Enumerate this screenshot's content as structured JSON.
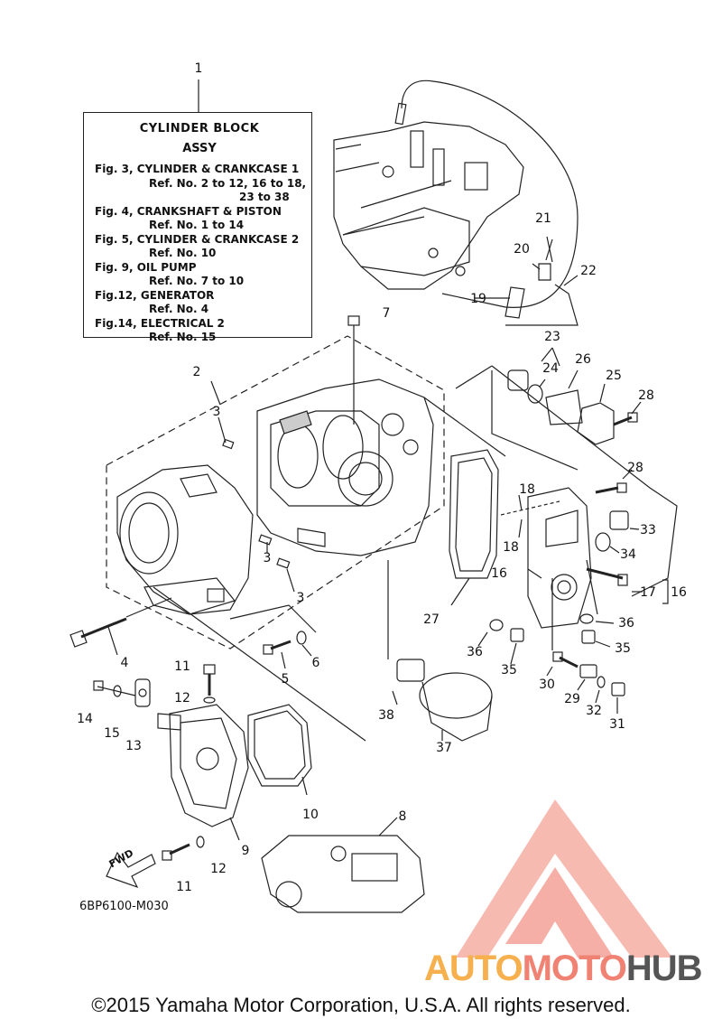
{
  "note": {
    "title": "CYLINDER BLOCK",
    "subtitle": "ASSY",
    "lines": [
      "Fig. 3, CYLINDER & CRANKCASE 1",
      "Ref. No. 2 to 12, 16 to 18,",
      "23 to 38",
      "Fig. 4, CRANKSHAFT & PISTON",
      "Ref. No. 1 to 14",
      "Fig. 5, CYLINDER & CRANKCASE 2",
      "Ref. No. 10",
      "Fig. 9, OIL PUMP",
      "Ref. No. 7 to 10",
      "Fig.12, GENERATOR",
      "Ref. No. 4",
      "Fig.14, ELECTRICAL 2",
      "Ref. No. 15"
    ]
  },
  "callouts": [
    "1",
    "2",
    "3",
    "3",
    "3",
    "3",
    "4",
    "5",
    "6",
    "7",
    "8",
    "9",
    "10",
    "11",
    "11",
    "12",
    "12",
    "13",
    "14",
    "15",
    "16",
    "16",
    "17",
    "18",
    "18",
    "19",
    "20",
    "21",
    "22",
    "23",
    "24",
    "25",
    "26",
    "27",
    "28",
    "28",
    "29",
    "30",
    "31",
    "32",
    "33",
    "34",
    "35",
    "35",
    "36",
    "36",
    "37",
    "38"
  ],
  "fwd_label": "FWD",
  "diagram_code": "6BP6100-M030",
  "copyright": "©2015 Yamaha Motor Corporation, U.S.A. All rights reserved.",
  "watermark": {
    "part1": "AUTO",
    "part2": "MOTO",
    "part3": "HUB",
    "color_orange": "#f6b04d",
    "color_red": "#f08273",
    "color_gray": "#555555"
  }
}
